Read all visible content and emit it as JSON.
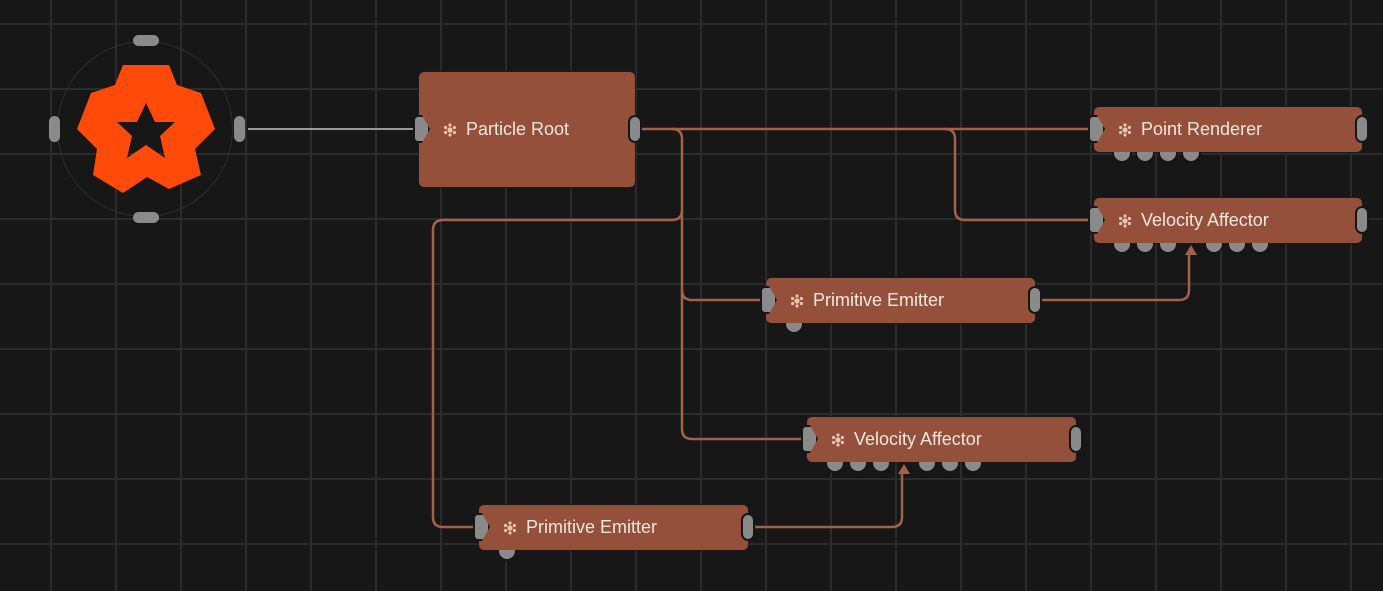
{
  "canvas": {
    "background": "#171717",
    "grid_color": "#2b2b2b",
    "grid_spacing": 65,
    "wire_color": "#a4614a",
    "root_wire_color": "#9a9a9a",
    "node_color": "#94503b",
    "port_color": "#8a8a8a"
  },
  "root": {
    "logo": "orange-star-gear-logo",
    "logo_color": "#ff4a0a"
  },
  "nodes": [
    {
      "id": "particle-root",
      "label": "Particle Root",
      "icon": "gear-icon"
    },
    {
      "id": "point-renderer",
      "label": "Point Renderer",
      "icon": "gear-icon",
      "bottom_ports": 4
    },
    {
      "id": "velocity-affector-1",
      "label": "Velocity Affector",
      "icon": "gear-icon",
      "bottom_ports": 6
    },
    {
      "id": "primitive-emitter-1",
      "label": "Primitive Emitter",
      "icon": "gear-icon",
      "bottom_ports": 1
    },
    {
      "id": "velocity-affector-2",
      "label": "Velocity Affector",
      "icon": "gear-icon",
      "bottom_ports": 6
    },
    {
      "id": "primitive-emitter-2",
      "label": "Primitive Emitter",
      "icon": "gear-icon",
      "bottom_ports": 1
    }
  ]
}
